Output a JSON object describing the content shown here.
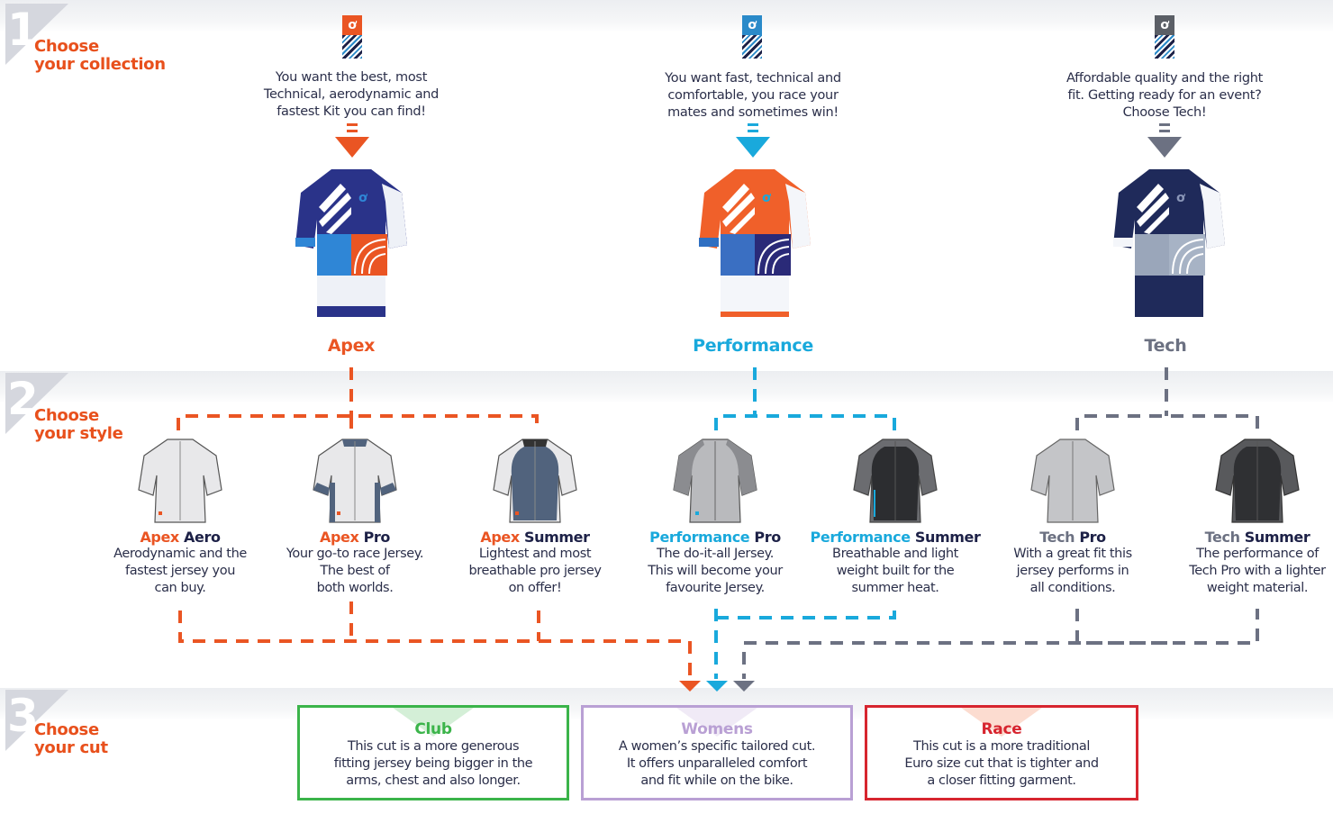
{
  "steps": [
    {
      "number": "1",
      "title_line1": "Choose",
      "title_line2": "your collection"
    },
    {
      "number": "2",
      "title_line1": "Choose",
      "title_line2": "your style"
    },
    {
      "number": "3",
      "title_line1": "Choose",
      "title_line2": "your cut"
    }
  ],
  "colors": {
    "step_title": "#e8501c",
    "apex": "#ea5523",
    "performance": "#19a9dc",
    "tech": "#6c7182",
    "navy": "#1d2147",
    "club": "#3bb44a",
    "womens": "#b9a0d4",
    "race": "#d7252f"
  },
  "collections": [
    {
      "name": "Apex",
      "icon": "cycling-brand-icon",
      "blurb": [
        "You want the best, most",
        "Technical,  aerodynamic and",
        "fastest Kit you  can find!"
      ],
      "jersey": "apex-jersey-image"
    },
    {
      "name": "Performance",
      "icon": "cycling-brand-icon",
      "blurb": [
        "You want fast, technical and",
        "comfortable, you race your",
        "mates and sometimes win!"
      ],
      "jersey": "performance-jersey-image"
    },
    {
      "name": "Tech",
      "icon": "cycling-brand-icon",
      "blurb": [
        "Affordable quality and the right",
        "fit. Getting ready for an event?",
        "Choose Tech!"
      ],
      "jersey": "tech-jersey-image"
    }
  ],
  "styles": [
    {
      "collection": "Apex",
      "name": "Aero",
      "desc": [
        "Aerodynamic and the",
        "fastest jersey you",
        "can buy."
      ]
    },
    {
      "collection": "Apex",
      "name": "Pro",
      "desc": [
        "Your go-to race Jersey.",
        "The best of",
        "both worlds."
      ]
    },
    {
      "collection": "Apex",
      "name": "Summer",
      "desc": [
        "Lightest and most",
        "breathable pro jersey",
        "on offer!"
      ]
    },
    {
      "collection": "Performance",
      "name": "Pro",
      "desc": [
        "The do-it-all Jersey.",
        "This will become your",
        "favourite Jersey."
      ]
    },
    {
      "collection": "Performance",
      "name": "Summer",
      "desc": [
        "Breathable and light",
        "weight built for the",
        "summer heat."
      ]
    },
    {
      "collection": "Tech",
      "name": "Pro",
      "desc": [
        "With a great fit this",
        "jersey performs in",
        "all conditions."
      ]
    },
    {
      "collection": "Tech",
      "name": "Summer",
      "desc": [
        "The performance of",
        "Tech Pro with a lighter",
        "weight material."
      ]
    }
  ],
  "cuts": [
    {
      "name": "Club",
      "desc": [
        "This cut is a more generous",
        "fitting jersey being bigger in the",
        "arms, chest and also longer."
      ]
    },
    {
      "name": "Womens",
      "desc": [
        "A women’s specific tailored cut.",
        "It offers unparalleled comfort",
        "and fit while on the bike."
      ]
    },
    {
      "name": "Race",
      "desc": [
        "This cut is a more traditional",
        "Euro size cut that is tighter and",
        "a closer fitting garment."
      ]
    }
  ]
}
